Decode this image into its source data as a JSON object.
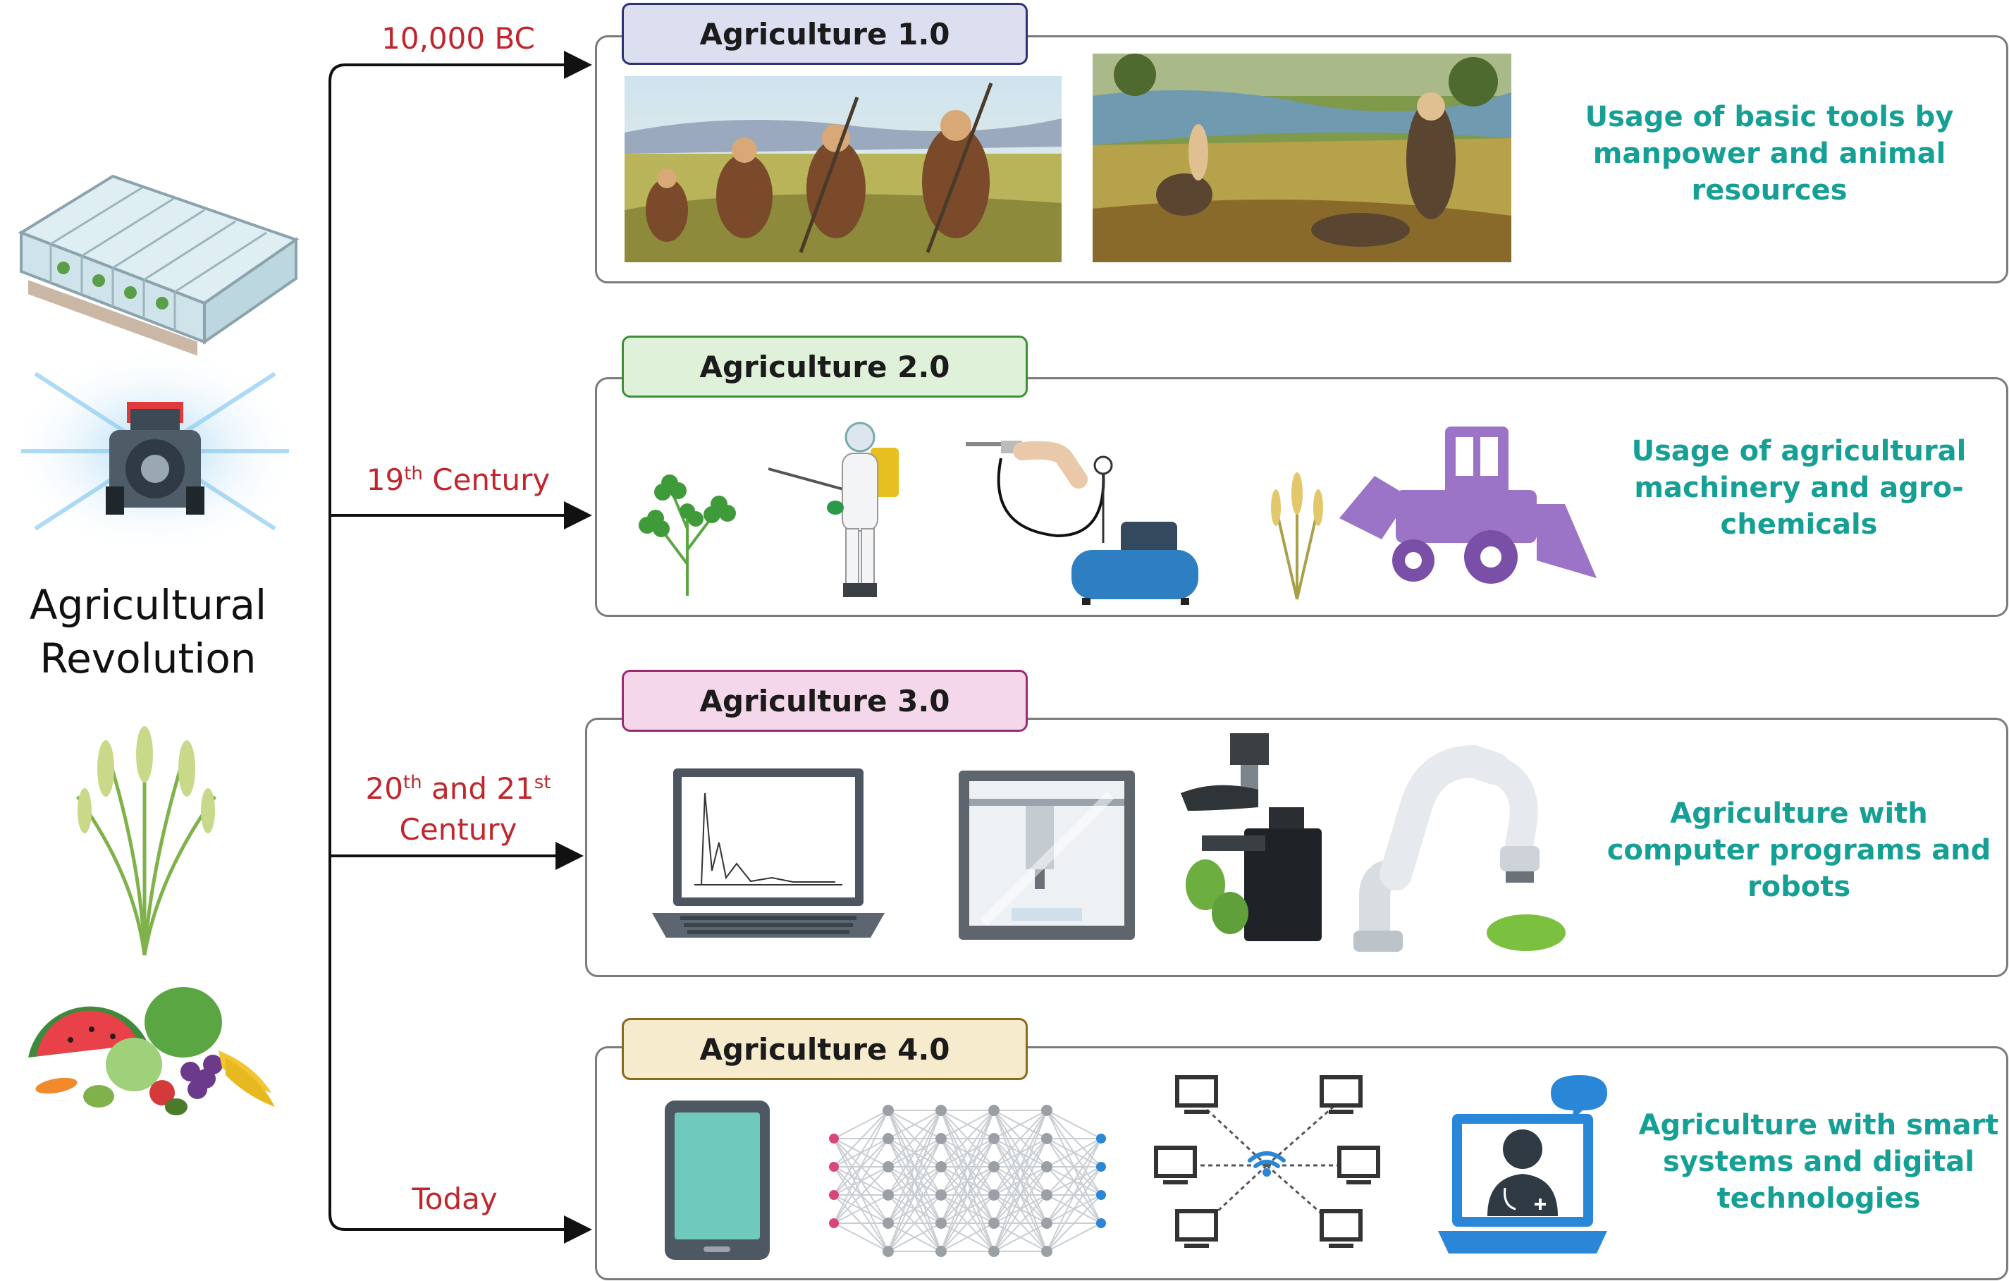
{
  "title": {
    "line1": "Agricultural",
    "line2": "Revolution"
  },
  "eras": [
    {
      "label": "10,000 BC"
    },
    {
      "base": "19",
      "sup": "th",
      "rest": " Century"
    },
    {
      "a": "20",
      "a_sup": "th",
      "mid": " and 21",
      "b_sup": "st",
      "line2": "Century"
    },
    {
      "label": "Today"
    }
  ],
  "stages": [
    {
      "title": "Agriculture 1.0",
      "desc1": "Usage of basic tools by",
      "desc2": "manpower and animal",
      "desc3": "resources",
      "tab_bg": "#dcdff0",
      "tab_border": "#2d3475"
    },
    {
      "title": "Agriculture 2.0",
      "desc1": "Usage of agricultural",
      "desc2": "machinery and agro-",
      "desc3": "chemicals",
      "tab_bg": "#dff1d9",
      "tab_border": "#3f8f3a"
    },
    {
      "title": "Agriculture 3.0",
      "desc1": "Agriculture with",
      "desc2": "computer programs and",
      "desc3": "robots",
      "tab_bg": "#f4d7ea",
      "tab_border": "#9b2c72"
    },
    {
      "title": "Agriculture 4.0",
      "desc1": "Agriculture with smart",
      "desc2": "systems and digital",
      "desc3": "technologies",
      "tab_bg": "#f6ebcc",
      "tab_border": "#8a6a1e"
    }
  ],
  "colors": {
    "era_text": "#c0262d",
    "desc_text": "#16a095",
    "accent_purple": "#9b73c7",
    "screen_teal": "#6fcabd",
    "network_blue": "#2a87d8"
  }
}
